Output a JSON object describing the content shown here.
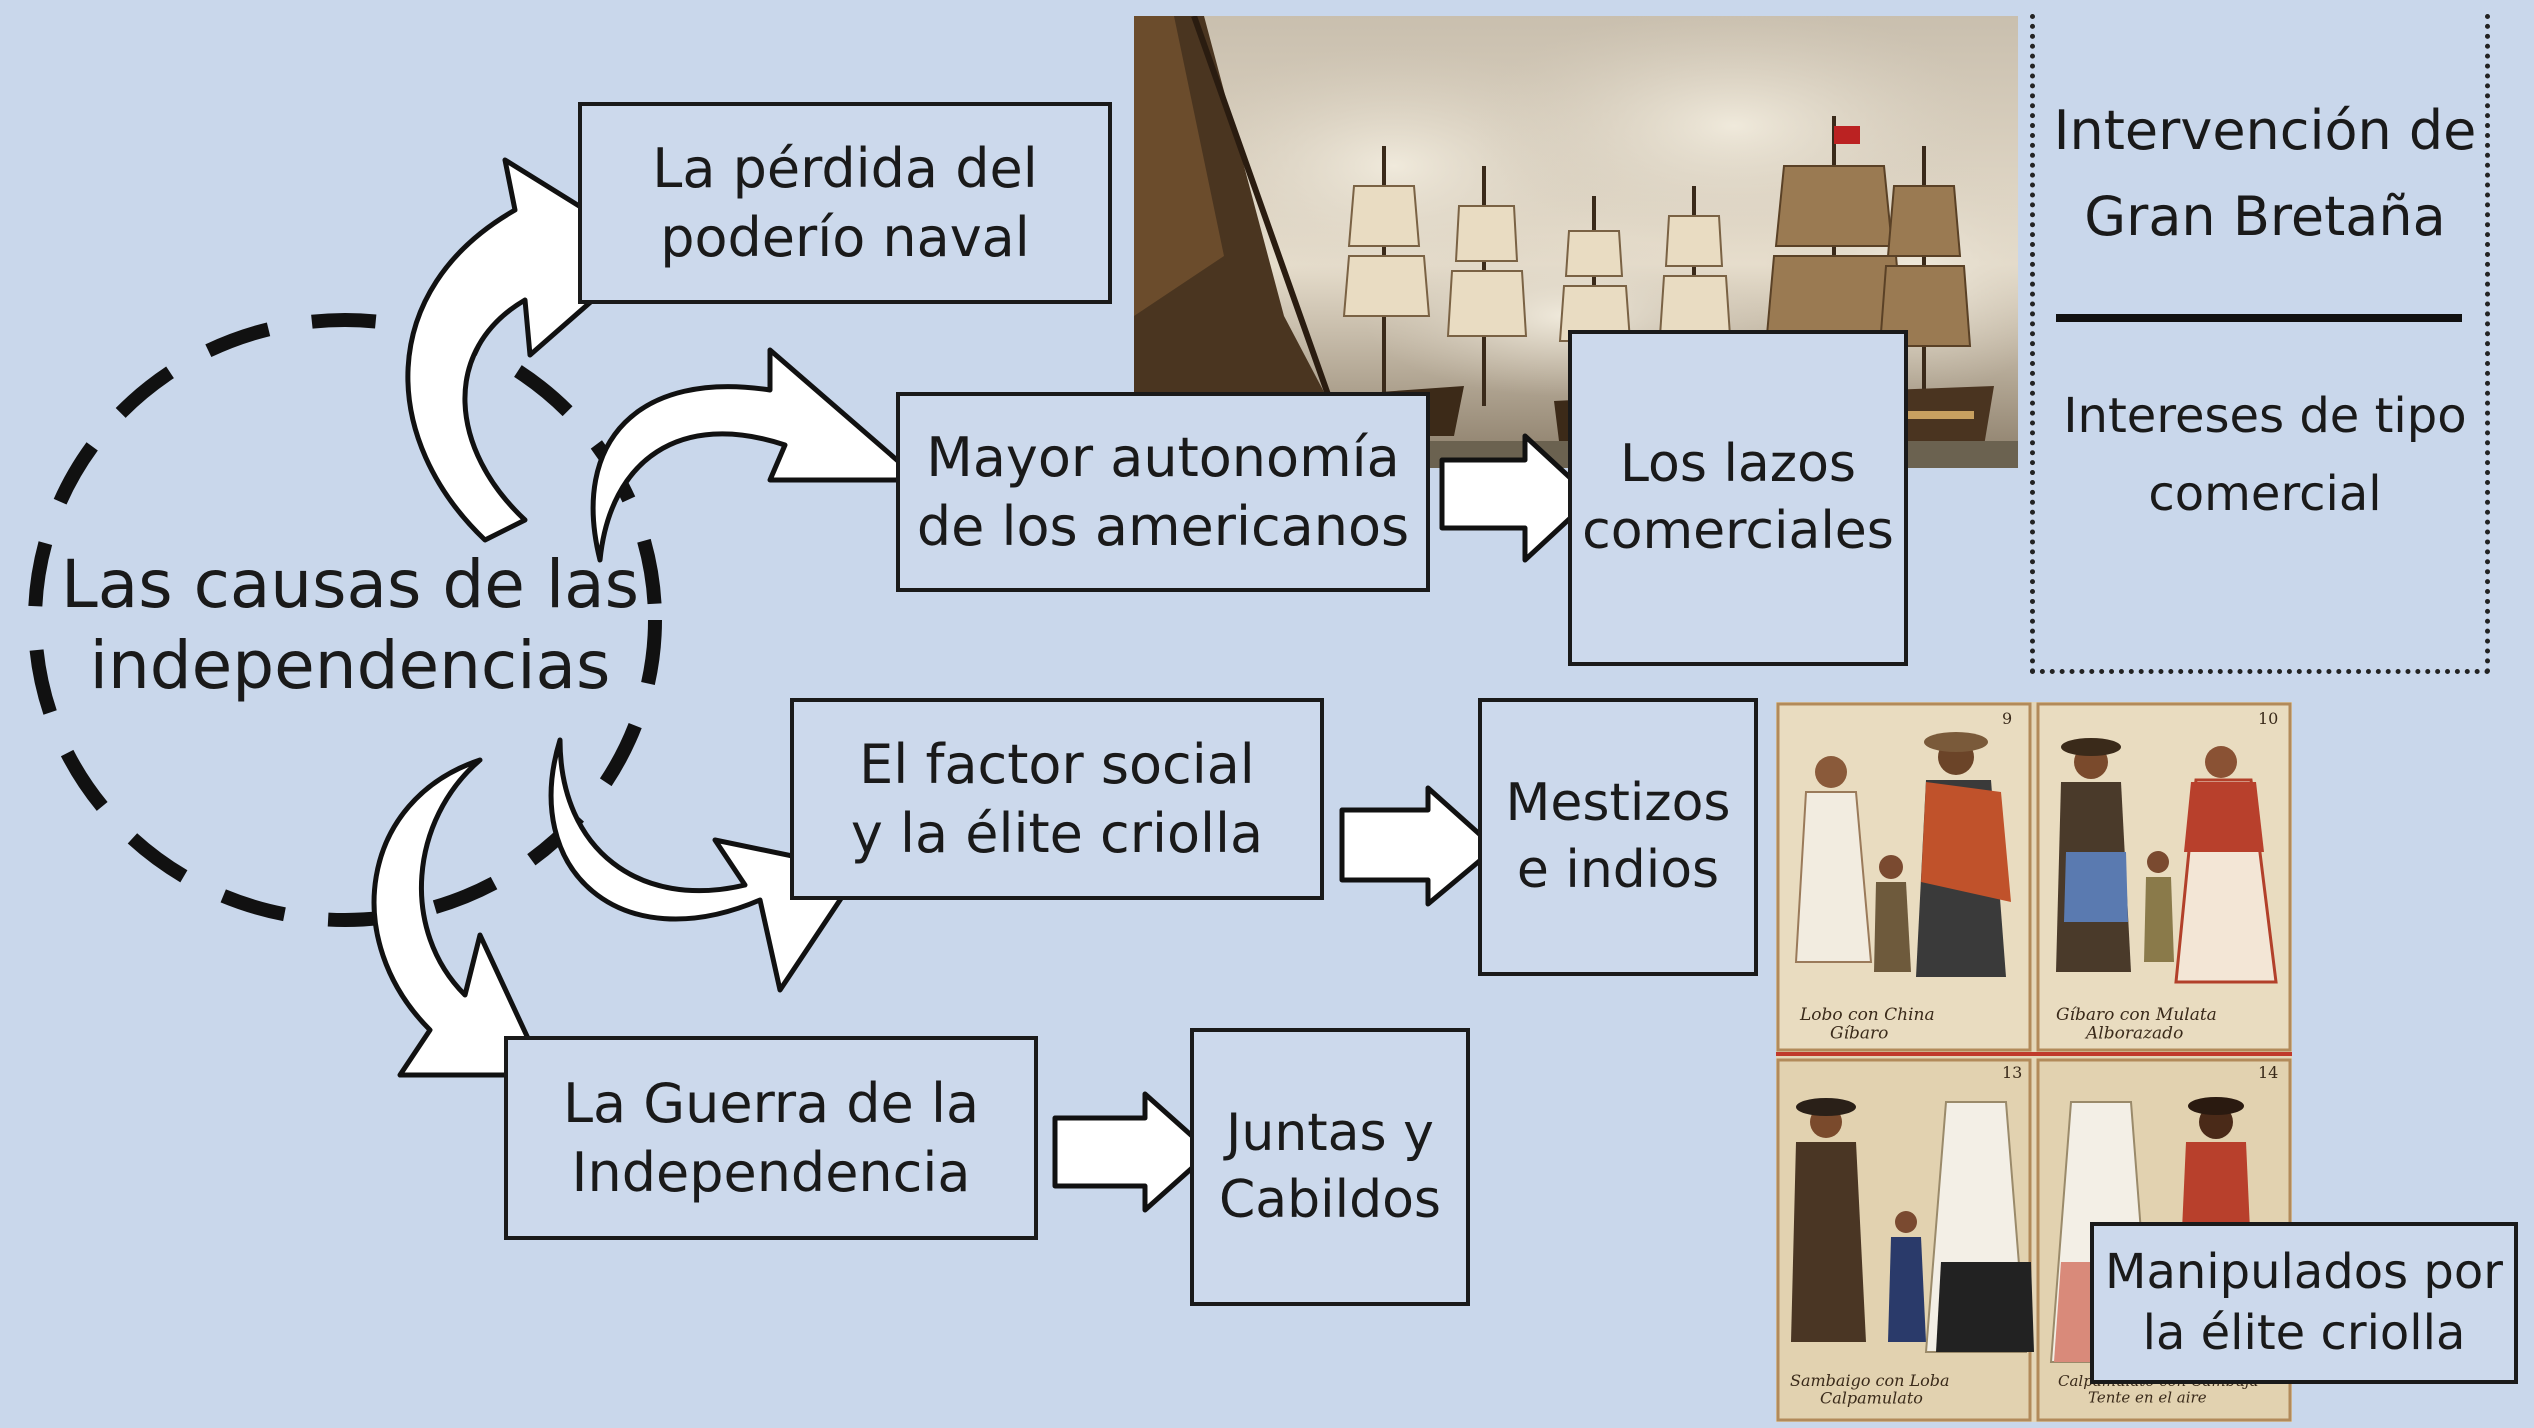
{
  "central_topic": "Las causas de las\nindependencias",
  "causes": {
    "naval": "La pérdida del\npoderío naval",
    "autonomy": "Mayor autonomía\nde los americanos",
    "social": "El factor social\ny la élite criolla",
    "war": "La Guerra de la\nIndependencia"
  },
  "effects": {
    "commercial_ties": "Los lazos\ncomerciales",
    "mestizos": "Mestizos\ne indios",
    "juntas": "Juntas y\nCabildos",
    "manipulated": "Manipulados por\nla élite criolla"
  },
  "side_panel": {
    "title": "Intervención de\nGran Bretaña",
    "subtitle": "Intereses de tipo\ncomercial"
  },
  "paintings": {
    "naval_battle": "naval-battle-painting",
    "casta_panels": [
      {
        "number": "9",
        "caption": "Lobo con China\nGíbaro"
      },
      {
        "number": "10",
        "caption": "Gíbaro con Mulata\nAlborazado"
      },
      {
        "number": "13",
        "caption": "Sambaigo con Loba\nCalpamulato"
      },
      {
        "number": "14",
        "caption": "Calpamulato con Cambuja\nTente en el aire"
      }
    ]
  },
  "colors": {
    "background": "#c9d7eb",
    "ink": "#1a1a1a"
  }
}
